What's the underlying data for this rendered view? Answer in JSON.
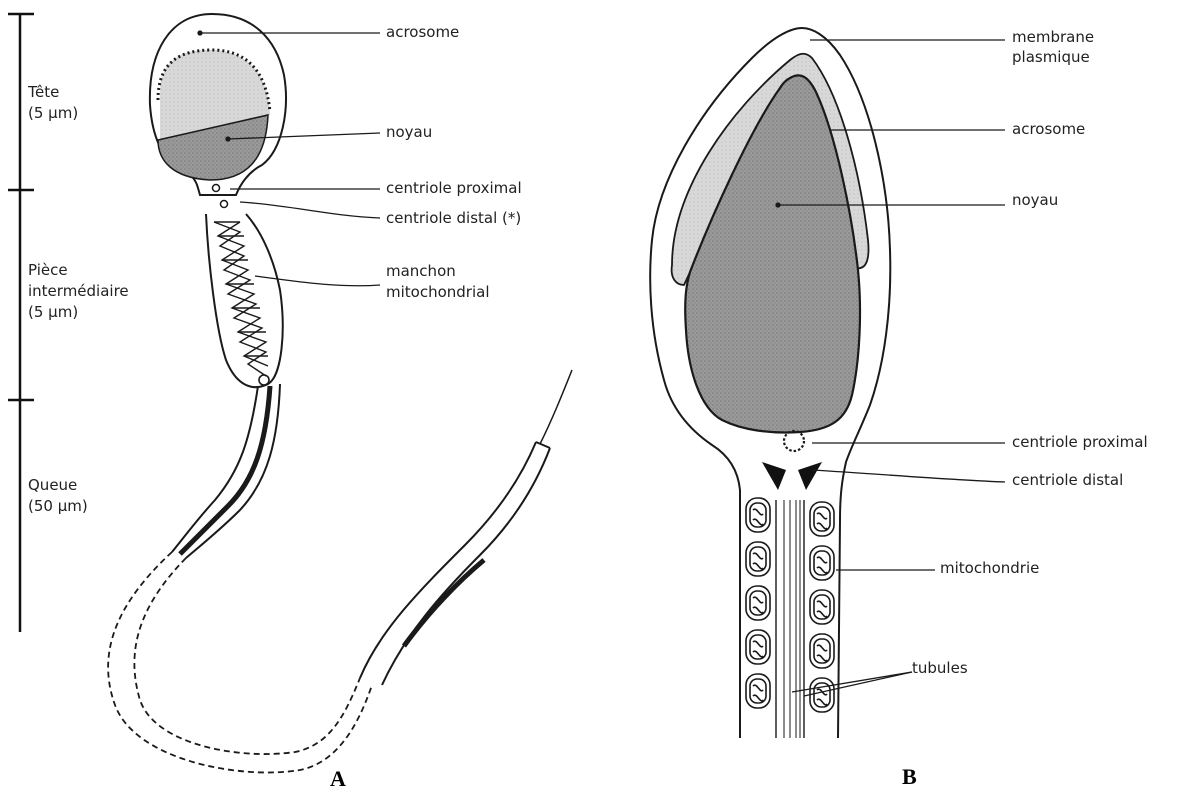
{
  "scale": {
    "segments": [
      {
        "name": "head",
        "lines": [
          "Tête",
          "(5 µm)"
        ]
      },
      {
        "name": "midpiece",
        "lines": [
          "Pièce",
          "intermédiaire",
          "(5 µm)"
        ]
      },
      {
        "name": "tail",
        "lines": [
          "Queue",
          "(50 µm)"
        ]
      }
    ]
  },
  "panel_a": {
    "letter": "A",
    "labels": {
      "acrosome": "acrosome",
      "noyau": "noyau",
      "centriole_proximal": "centriole proximal",
      "centriole_distal": "centriole distal (*)",
      "manchon_1": "manchon",
      "manchon_2": "mitochondrial"
    }
  },
  "panel_b": {
    "letter": "B",
    "labels": {
      "membrane_1": "membrane",
      "membrane_2": "plasmique",
      "acrosome": "acrosome",
      "noyau": "noyau",
      "centriole_proximal": "centriole proximal",
      "centriole_distal": "centriole distal",
      "mitochondrie": "mitochondrie",
      "tubules": "tubules"
    }
  },
  "colors": {
    "ink": "#1a1a1a",
    "acrosome_fill": "#d4d4d4",
    "nucleus_fill": "#8e8e8e"
  }
}
